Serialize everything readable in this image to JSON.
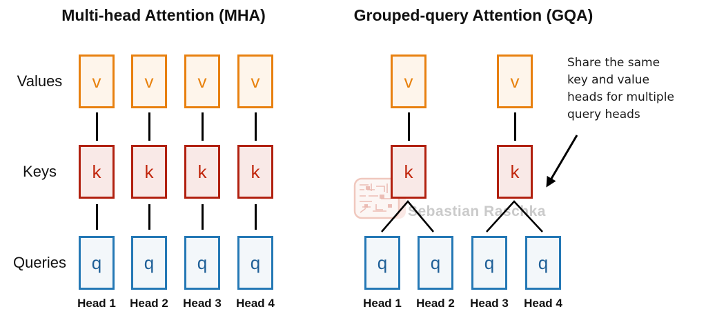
{
  "mha": {
    "title": "Multi-head Attention (MHA)",
    "row_labels": {
      "values": "Values",
      "keys": "Keys",
      "queries": "Queries"
    },
    "symbols": {
      "value": "v",
      "key": "k",
      "query": "q"
    },
    "heads": [
      "Head 1",
      "Head 2",
      "Head 3",
      "Head 4"
    ],
    "num_value_heads": 4,
    "num_key_heads": 4,
    "num_query_heads": 4
  },
  "gqa": {
    "title": "Grouped-query Attention (GQA)",
    "symbols": {
      "value": "v",
      "key": "k",
      "query": "q"
    },
    "heads": [
      "Head 1",
      "Head 2",
      "Head 3",
      "Head 4"
    ],
    "num_kv_groups": 2,
    "num_query_heads": 4,
    "annotation_lines": [
      "Share the same",
      "key and value",
      "heads for multiple",
      "query heads"
    ]
  },
  "watermark": {
    "text": "Sebastian Raschka"
  },
  "colors": {
    "value_border": "#E8800F",
    "value_fill": "#FEF5EB",
    "value_text": "#E8820E",
    "key_border": "#B1200F",
    "key_fill": "#F9E9E7",
    "key_text": "#C1270E",
    "query_border": "#2478B5",
    "query_fill": "#F3F7FA",
    "query_text": "#1E5F97",
    "connector": "#000000",
    "watermark_text": "#C5C5C5",
    "watermark_red": "#CC5540"
  }
}
